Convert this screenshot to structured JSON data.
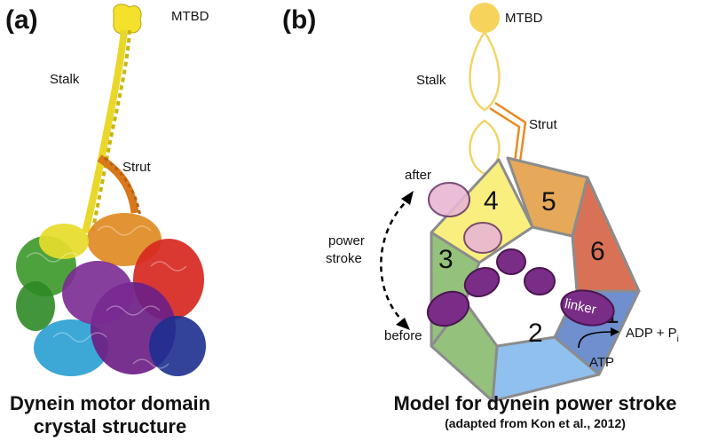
{
  "panel_a": {
    "label": "(a)",
    "labels": {
      "mtbd": "MTBD",
      "stalk": "Stalk",
      "strut": "Strut"
    },
    "caption_line1": "Dynein motor domain",
    "caption_line2": "crystal structure"
  },
  "panel_b": {
    "label": "(b)",
    "labels": {
      "mtbd": "MTBD",
      "stalk": "Stalk",
      "strut": "Strut",
      "after": "after",
      "power": "power",
      "stroke": "stroke",
      "before": "before",
      "linker": "linker",
      "adp": "ADP + P",
      "adp_sub": "i",
      "atp": "ATP"
    },
    "aaa_domains": [
      "1",
      "2",
      "3",
      "4",
      "5",
      "6"
    ],
    "caption": "Model for dynein power stroke",
    "subcaption": "(adapted from Kon et al., 2012)"
  },
  "colors": {
    "aaa1": "#6f8fce",
    "aaa2": "#8fc0ee",
    "aaa3": "#94c17c",
    "aaa4": "#f9ef7f",
    "aaa5": "#e6a95a",
    "aaa6": "#d97156",
    "mtbd": "#f6d35a",
    "stalk": "#f2d467",
    "strut": "#e98a1f",
    "linker_before": "#7a2d86",
    "linker_after": "#e9b6d3"
  }
}
